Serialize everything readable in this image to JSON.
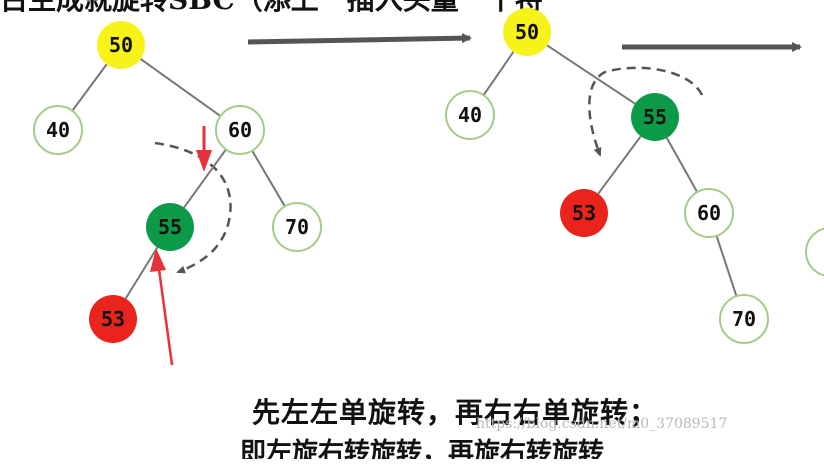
{
  "caption": "先左左单旋转，再右右单旋转；",
  "watermark": "https://blog.csdn.net/m0_37089517",
  "colors": {
    "root": "#f7f21a",
    "pivot": "#0c9a48",
    "inserted": "#e8241c",
    "normal": "#ffffff",
    "normal_border": "#a7c98a",
    "edge": "#777777",
    "arrow": "#555555",
    "marker": "#e8303a"
  },
  "trees": [
    {
      "name": "tree-before",
      "nodes": [
        {
          "id": "50",
          "label": "50",
          "kind": "root"
        },
        {
          "id": "40",
          "label": "40",
          "kind": "normal"
        },
        {
          "id": "60",
          "label": "60",
          "kind": "normal"
        },
        {
          "id": "55",
          "label": "55",
          "kind": "pivot"
        },
        {
          "id": "70",
          "label": "70",
          "kind": "normal"
        },
        {
          "id": "53",
          "label": "53",
          "kind": "inserted"
        }
      ],
      "edges": [
        [
          "50",
          "40"
        ],
        [
          "50",
          "60"
        ],
        [
          "60",
          "55"
        ],
        [
          "60",
          "70"
        ],
        [
          "55",
          "53"
        ]
      ]
    },
    {
      "name": "tree-after-first-rotation",
      "nodes": [
        {
          "id": "50",
          "label": "50",
          "kind": "root"
        },
        {
          "id": "40",
          "label": "40",
          "kind": "normal"
        },
        {
          "id": "55",
          "label": "55",
          "kind": "pivot"
        },
        {
          "id": "53",
          "label": "53",
          "kind": "inserted"
        },
        {
          "id": "60",
          "label": "60",
          "kind": "normal"
        },
        {
          "id": "70",
          "label": "70",
          "kind": "normal"
        }
      ],
      "edges": [
        [
          "50",
          "40"
        ],
        [
          "50",
          "55"
        ],
        [
          "55",
          "53"
        ],
        [
          "55",
          "60"
        ],
        [
          "60",
          "70"
        ]
      ]
    }
  ]
}
